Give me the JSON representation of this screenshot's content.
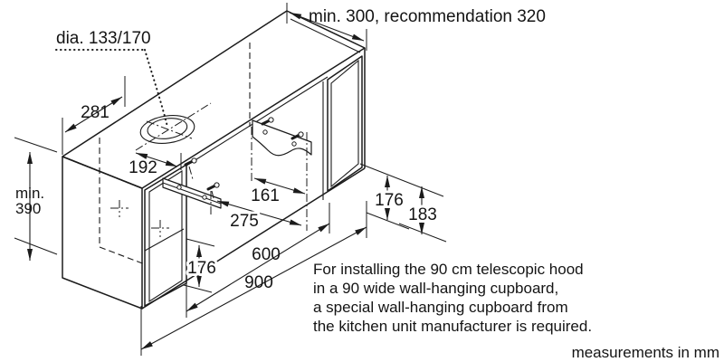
{
  "diagram": {
    "title_hint": "Telescopic hood installation drawing",
    "hole_label": "dia. 133/170",
    "top_dim_label": "min. 300, recommendation 320",
    "dims": {
      "d281": "281",
      "d192": "192",
      "min390_line1": "min.",
      "min390_line2": "390",
      "d176_left": "176",
      "d161": "161",
      "d275": "275",
      "d600": "600",
      "d900": "900",
      "d176_right": "176",
      "d183": "183"
    },
    "note_lines": [
      "For installing the 90 cm telescopic hood",
      "in a 90 wide wall-hanging cupboard,",
      "a special wall-hanging cupboard from",
      "the kitchen unit manufacturer is required."
    ],
    "units_note": "measurements in mm",
    "colors": {
      "line": "#1b1b1b",
      "background": "#ffffff"
    }
  }
}
